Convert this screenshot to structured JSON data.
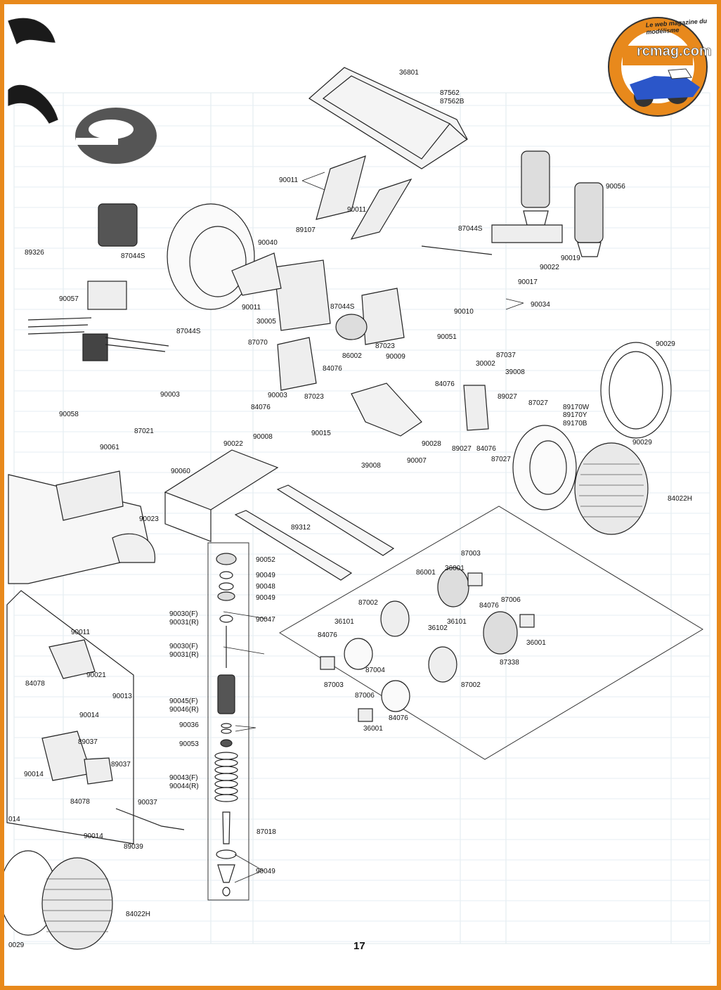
{
  "page_number": "17",
  "logo": {
    "wordmark": "rcmag.com",
    "tagline": "Le web magazine du modélisme",
    "ring_color": "#e8891c"
  },
  "colors": {
    "frame": "#e8891c",
    "ink": "#111111",
    "ghost_table": "#dfe8ee"
  },
  "part_labels": [
    {
      "id": "l1",
      "text": "36801"
    },
    {
      "id": "l2",
      "text": "87562"
    },
    {
      "id": "l3",
      "text": "87562B"
    },
    {
      "id": "l4",
      "text": "90011"
    },
    {
      "id": "l5",
      "text": "90011"
    },
    {
      "id": "l6",
      "text": "90056"
    },
    {
      "id": "l7",
      "text": "89107"
    },
    {
      "id": "l8",
      "text": "87044S"
    },
    {
      "id": "l9",
      "text": "90040"
    },
    {
      "id": "l10",
      "text": "90019"
    },
    {
      "id": "l11",
      "text": "90022"
    },
    {
      "id": "l12",
      "text": "90017"
    },
    {
      "id": "l13",
      "text": "89326"
    },
    {
      "id": "l14",
      "text": "87044S"
    },
    {
      "id": "l15",
      "text": "90057"
    },
    {
      "id": "l16",
      "text": "90011"
    },
    {
      "id": "l17",
      "text": "87044S"
    },
    {
      "id": "l18",
      "text": "90034"
    },
    {
      "id": "l19",
      "text": "30005"
    },
    {
      "id": "l20",
      "text": "90010"
    },
    {
      "id": "l21",
      "text": "87044S"
    },
    {
      "id": "l22",
      "text": "87070"
    },
    {
      "id": "l23",
      "text": "90051"
    },
    {
      "id": "l24",
      "text": "87023"
    },
    {
      "id": "l25",
      "text": "86002"
    },
    {
      "id": "l26",
      "text": "90009"
    },
    {
      "id": "l27",
      "text": "87037"
    },
    {
      "id": "l28",
      "text": "84076"
    },
    {
      "id": "l29",
      "text": "30002"
    },
    {
      "id": "l30",
      "text": "90029"
    },
    {
      "id": "l31",
      "text": "90003"
    },
    {
      "id": "l32",
      "text": "39008"
    },
    {
      "id": "l33",
      "text": "87023"
    },
    {
      "id": "l34",
      "text": "90003"
    },
    {
      "id": "l35",
      "text": "84076"
    },
    {
      "id": "l36",
      "text": "84076"
    },
    {
      "id": "l37",
      "text": "89027"
    },
    {
      "id": "l38",
      "text": "87027"
    },
    {
      "id": "l39",
      "text": "89170W"
    },
    {
      "id": "l40",
      "text": "89170Y"
    },
    {
      "id": "l41",
      "text": "89170B"
    },
    {
      "id": "l42",
      "text": "90058"
    },
    {
      "id": "l43",
      "text": "87021"
    },
    {
      "id": "l44",
      "text": "90015"
    },
    {
      "id": "l45",
      "text": "90022"
    },
    {
      "id": "l46",
      "text": "90008"
    },
    {
      "id": "l47",
      "text": "90028"
    },
    {
      "id": "l48",
      "text": "90061"
    },
    {
      "id": "l49",
      "text": "89027"
    },
    {
      "id": "l50",
      "text": "84076"
    },
    {
      "id": "l51",
      "text": "90029"
    },
    {
      "id": "l52",
      "text": "90007"
    },
    {
      "id": "l53",
      "text": "87027"
    },
    {
      "id": "l54",
      "text": "39008"
    },
    {
      "id": "l55",
      "text": "90060"
    },
    {
      "id": "l56",
      "text": "84022H"
    },
    {
      "id": "l57",
      "text": "90023"
    },
    {
      "id": "l58",
      "text": "89312"
    },
    {
      "id": "l59",
      "text": "90052"
    },
    {
      "id": "l60",
      "text": "87003"
    },
    {
      "id": "l61",
      "text": "90049"
    },
    {
      "id": "l62",
      "text": "86001"
    },
    {
      "id": "l63",
      "text": "36001"
    },
    {
      "id": "l64",
      "text": "90048"
    },
    {
      "id": "l65",
      "text": "90049"
    },
    {
      "id": "l66",
      "text": "87002"
    },
    {
      "id": "l67",
      "text": "87006"
    },
    {
      "id": "l68",
      "text": "84076"
    },
    {
      "id": "l69",
      "text": "90030(F)"
    },
    {
      "id": "l70",
      "text": "90031(R)"
    },
    {
      "id": "l71",
      "text": "90047"
    },
    {
      "id": "l72",
      "text": "36101"
    },
    {
      "id": "l73",
      "text": "36102"
    },
    {
      "id": "l74",
      "text": "36101"
    },
    {
      "id": "l75",
      "text": "90011"
    },
    {
      "id": "l76",
      "text": "84076"
    },
    {
      "id": "l77",
      "text": "36001"
    },
    {
      "id": "l78",
      "text": "90030(F)"
    },
    {
      "id": "l79",
      "text": "90031(R)"
    },
    {
      "id": "l80",
      "text": "87338"
    },
    {
      "id": "l81",
      "text": "90021"
    },
    {
      "id": "l82",
      "text": "87004"
    },
    {
      "id": "l83",
      "text": "87003"
    },
    {
      "id": "l84",
      "text": "87002"
    },
    {
      "id": "l85",
      "text": "84078"
    },
    {
      "id": "l86",
      "text": "90013"
    },
    {
      "id": "l87",
      "text": "90045(F)"
    },
    {
      "id": "l88",
      "text": "90046(R)"
    },
    {
      "id": "l89",
      "text": "87006"
    },
    {
      "id": "l90",
      "text": "90014"
    },
    {
      "id": "l91",
      "text": "84076"
    },
    {
      "id": "l92",
      "text": "90036"
    },
    {
      "id": "l93",
      "text": "36001"
    },
    {
      "id": "l94",
      "text": "89037"
    },
    {
      "id": "l95",
      "text": "90053"
    },
    {
      "id": "l96",
      "text": "89037"
    },
    {
      "id": "l97",
      "text": "90014"
    },
    {
      "id": "l98",
      "text": "90043(F)"
    },
    {
      "id": "l99",
      "text": "90044(R)"
    },
    {
      "id": "l100",
      "text": "84078"
    },
    {
      "id": "l101",
      "text": "90037"
    },
    {
      "id": "l102",
      "text": "014"
    },
    {
      "id": "l103",
      "text": "90014"
    },
    {
      "id": "l104",
      "text": "89039"
    },
    {
      "id": "l105",
      "text": "87018"
    },
    {
      "id": "l106",
      "text": "90049"
    },
    {
      "id": "l107",
      "text": "84022H"
    },
    {
      "id": "l108",
      "text": "0029"
    }
  ]
}
